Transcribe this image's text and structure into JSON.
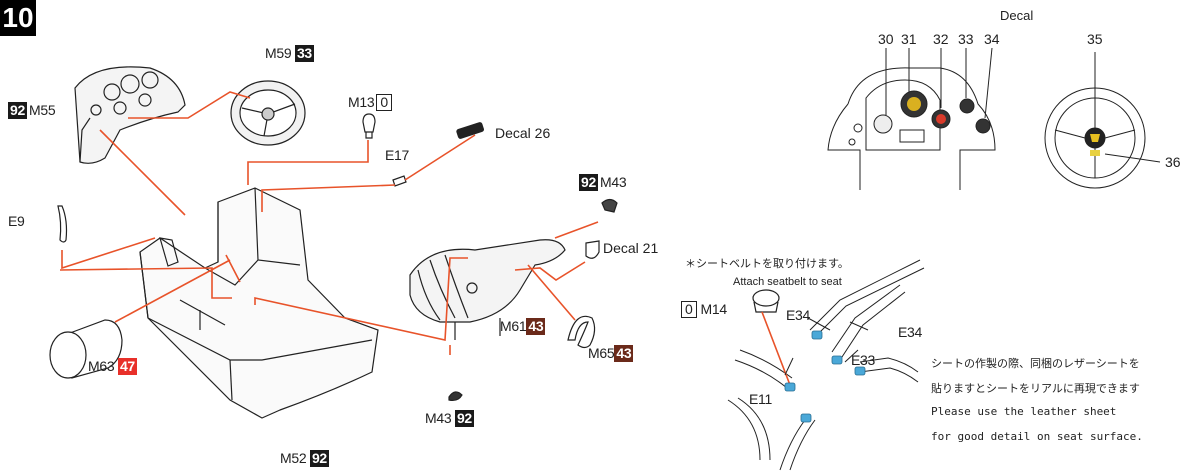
{
  "step_number": "10",
  "parts": {
    "m55_color": "92",
    "m55": "M55",
    "m59": "M59",
    "m59_color": "33",
    "m13": "M13",
    "m13_color": "0",
    "e17": "E17",
    "decal26": "Decal 26",
    "e9": "E9",
    "m43_top_color": "92",
    "m43_top": "M43",
    "decal21": "Decal 21",
    "m61": "M61",
    "m61_color": "43",
    "m65": "M65",
    "m65_color": "43",
    "m63": "M63",
    "m63_color": "47",
    "m52": "M52",
    "m52_color": "92",
    "m43_bottom": "M43",
    "m43_bottom_color": "92",
    "m14_color": "0",
    "m14": "M14",
    "e34_left": "E34",
    "e34_right": "E34",
    "e33": "E33",
    "e11": "E11"
  },
  "decal_detail": {
    "title": "Decal",
    "numbers": [
      "30",
      "31",
      "32",
      "33",
      "34"
    ],
    "n35": "35",
    "n36": "36"
  },
  "seatbelt": {
    "jp": "＊シートベルトを取り付けます。",
    "en": "Attach seatbelt to seat"
  },
  "note": {
    "jp1": "シートの作製の際、同梱のレザーシートを",
    "jp2": "貼りますとシートをリアルに再現できます",
    "en1": "Please use the leather sheet",
    "en2": "for good detail on seat surface."
  },
  "colors": {
    "leader": "#e8532a",
    "badge_black": "#1a1a1a",
    "badge_red": "#e8302a",
    "badge_brown": "#6b2a1a",
    "belt_clip": "#4aa8d8"
  }
}
